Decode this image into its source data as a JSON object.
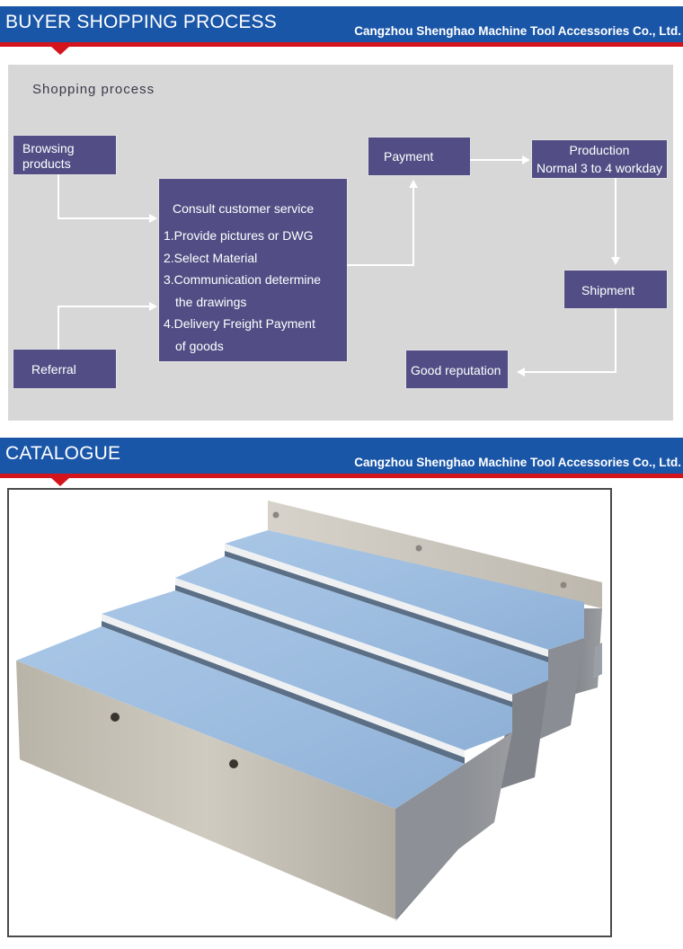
{
  "sections": [
    {
      "title": "BUYER SHOPPING PROCESS",
      "company": "Cangzhou Shenghao Machine Tool Accessories Co., Ltd."
    },
    {
      "title": "CATALOGUE",
      "company": "Cangzhou Shenghao Machine Tool Accessories Co., Ltd."
    }
  ],
  "process": {
    "title": "Shopping process",
    "nodes": {
      "browsing": {
        "line1": "Browsing",
        "line2": "products"
      },
      "referral": {
        "label": "Referral"
      },
      "consult": {
        "heading": "Consult customer service",
        "items": [
          "1.Provide pictures or DWG",
          "2.Select Material",
          "3.Communication determine",
          "the drawings",
          "4.Delivery  Freight  Payment",
          "of goods"
        ]
      },
      "payment": {
        "label": "Payment"
      },
      "production": {
        "line1": "Production",
        "line2": "Normal 3 to 4 workday"
      },
      "shipment": {
        "label": "Shipment"
      },
      "reputation": {
        "label": "Good reputation"
      }
    }
  },
  "catalogue": {
    "image_alt": "Stainless steel telescopic machine tool way cover",
    "product_icon": "telescopic-steel-cover-image"
  },
  "colors": {
    "header_blue": "#1a56a8",
    "header_red": "#d4141c",
    "node_purple": "#524e85",
    "panel_gray": "#d7d7d7"
  }
}
